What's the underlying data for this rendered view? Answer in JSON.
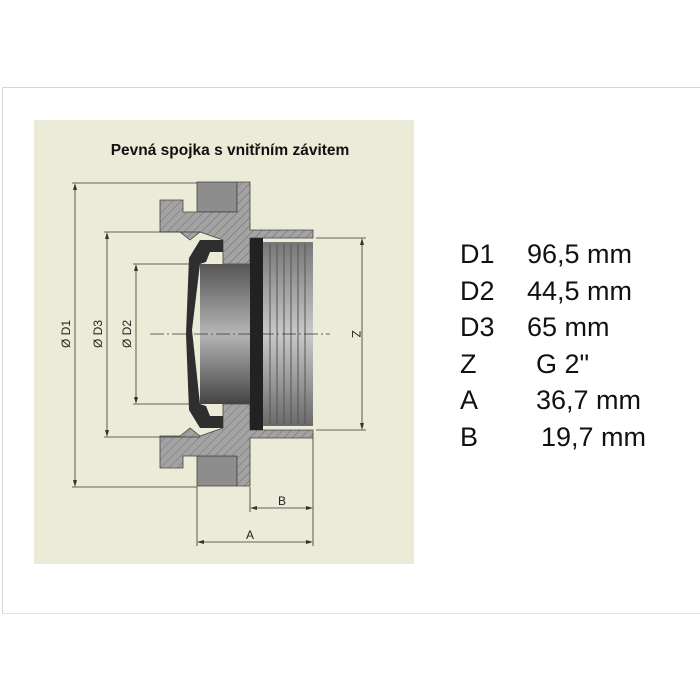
{
  "title": "Pevná spojka s vnitřním závitem",
  "drawing_labels": {
    "d1": "Ø D1",
    "d3": "Ø D3",
    "d2": "Ø D2",
    "z": "Z",
    "a": "A",
    "b": "B"
  },
  "specs": [
    {
      "key": "D1",
      "value": "96,5 mm"
    },
    {
      "key": "D2",
      "value": "44,5 mm"
    },
    {
      "key": "D3",
      "value": "65 mm"
    },
    {
      "key": "Z",
      "value": "G 2\""
    },
    {
      "key": "A",
      "value": "36,7 mm"
    },
    {
      "key": "B",
      "value": "19,7 mm"
    }
  ],
  "colors": {
    "panel": "#ecebd8",
    "metal": "#9a9a9a",
    "seal": "#2e2e2e"
  }
}
